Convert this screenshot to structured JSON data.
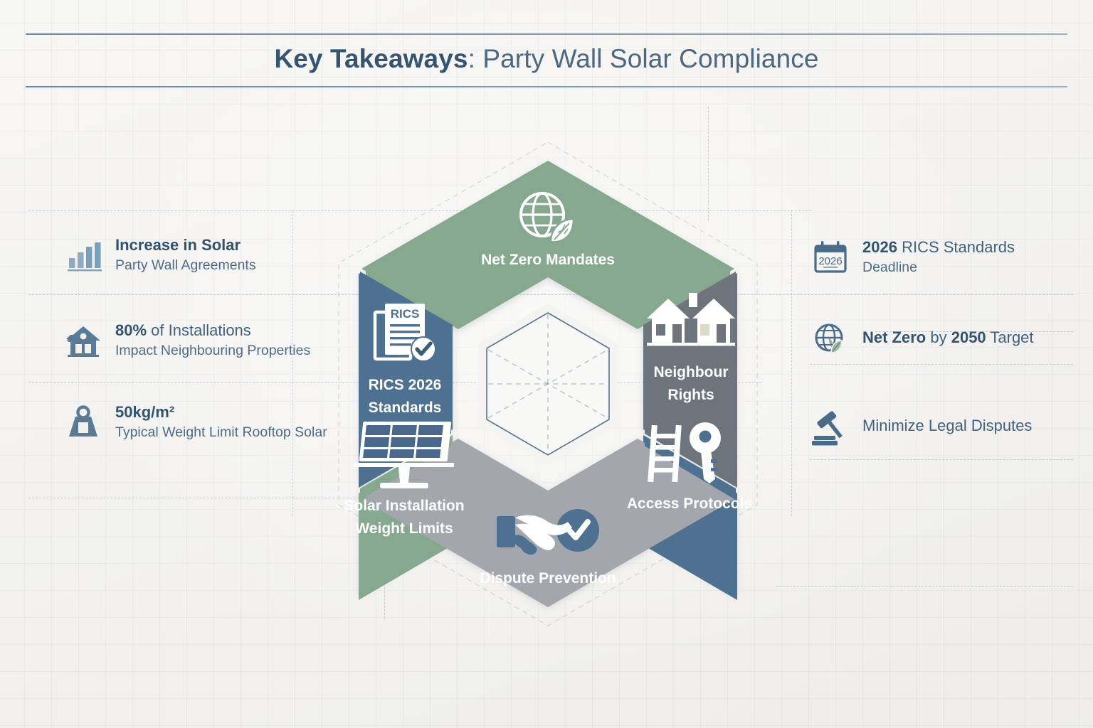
{
  "header": {
    "title_strong": "Key Takeaways",
    "title_rest": ": Party Wall Solar Compliance"
  },
  "colors": {
    "background": "#f2f1ee",
    "rule": "#5b7fa0",
    "title_strong": "#35546f",
    "title_rest": "#4c6881",
    "segment_green": "#86a88f",
    "segment_blue": "#4e7191",
    "segment_grey": "#6e747c",
    "segment_light_grey": "#a3a7ad",
    "icon_blue": "#5a7b96",
    "icon_light_blue": "#8eabc3",
    "text_blue": "#41617e",
    "center_hex_fill": "#f7f7f5",
    "center_hex_stroke": "#5b7fa0"
  },
  "stats_left": [
    {
      "icon": "bar-chart-icon",
      "line1_bold": "Increase in Solar",
      "line1_rest": "",
      "line2": "Party Wall Agreements"
    },
    {
      "icon": "house-icon",
      "line1_bold": "80%",
      "line1_rest": " of Installations",
      "line2": "Impact Neighbouring Properties"
    },
    {
      "icon": "weight-icon",
      "line1_bold": "50kg/m²",
      "line1_rest": "",
      "line2": "Typical Weight Limit Rooftop Solar"
    }
  ],
  "stats_right": [
    {
      "icon": "calendar-icon",
      "icon_text": "2026",
      "line1_bold": "2026",
      "line1_rest": " RICS Standards",
      "line2": "Deadline"
    },
    {
      "icon": "globe-leaf-icon",
      "line1_bold": "Net Zero",
      "line1_mid": " by ",
      "line1_bold2": "2050",
      "line1_rest": " Target",
      "line2": ""
    },
    {
      "icon": "gavel-icon",
      "line1_bold": "",
      "line1_rest": "Minimize Legal Disputes",
      "line2": ""
    }
  ],
  "wheel": {
    "segments": [
      {
        "id": "net-zero-mandates",
        "position": "top",
        "color": "#86a88f",
        "icon": "globe-leaf-icon",
        "label_lines": [
          "Net Zero Mandates"
        ]
      },
      {
        "id": "neighbour-rights",
        "position": "top-right",
        "color": "#6e747c",
        "icon": "semi-detached-houses-icon",
        "label_lines": [
          "Neighbour",
          "Rights"
        ]
      },
      {
        "id": "access-protocols",
        "position": "bottom-right",
        "color": "#4e7191",
        "icon": "ladder-key-icon",
        "label_lines": [
          "Access Protocols"
        ]
      },
      {
        "id": "dispute-prevention",
        "position": "bottom",
        "color": "#a3a7ad",
        "icon": "handshake-check-icon",
        "label_lines": [
          "Dispute Prevention"
        ]
      },
      {
        "id": "solar-installation-weight-limits",
        "position": "bottom-left",
        "color": "#86a88f",
        "icon": "solar-panel-scale-icon",
        "label_lines": [
          "Solar Installation",
          "Weight Limits"
        ]
      },
      {
        "id": "rics-2026-standards",
        "position": "top-left",
        "color": "#4e7191",
        "icon": "document-check-icon",
        "label_lines": [
          "RICS 2026",
          "Standards"
        ]
      }
    ],
    "document_icon_text": "RICS",
    "center": {
      "label": ""
    }
  }
}
